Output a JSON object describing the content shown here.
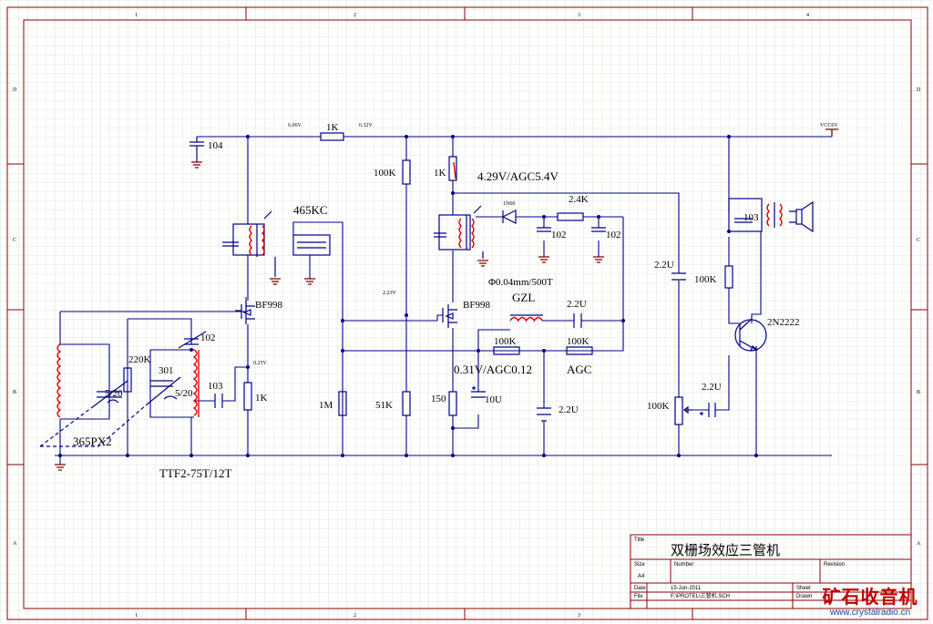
{
  "labels": {
    "cap_104": "104",
    "res_1k_top": "1K",
    "v_606": "6.06V",
    "v_632": "6.32V",
    "vcc": "VCC6V",
    "res_100k_a": "100K",
    "res_1k_b": "1K",
    "v_429": "4.29V/AGC5.4V",
    "ifc_465": "465KC",
    "diode_1n60": "1N60",
    "res_24k": "2.4K",
    "cap_102_a": "102",
    "cap_102_b": "102",
    "cap_103_spk": "103",
    "cap_22u_a": "2.2U",
    "res_100k_vert": "100K",
    "mos_bf998_a": "BF998",
    "mos_bf998_b": "BF998",
    "v_223": "2.23V",
    "coil_spec": "Φ0.04mm/500T",
    "gzl": "GZL",
    "cap_22u_b": "2.2U",
    "transistor": "2N2222",
    "cap_102_c": "102",
    "res_220k": "220K",
    "cap_301": "301",
    "cap_103_b": "103",
    "v_025": "0.25V",
    "res_1k_c": "1K",
    "res_100k_b": "100K",
    "res_100k_c": "100K",
    "v_031": "0.31V/AGC0.12",
    "agc": "AGC",
    "trim_520_a": "5/20",
    "trim_520_b": "5/20",
    "var_cap": "365PX2",
    "res_1m": "1M",
    "res_51k": "51K",
    "res_150": "150",
    "cap_10u": "10U",
    "cap_22u_c": "2.2U",
    "pot_100k": "100K",
    "cap_22u_d": "2.2U",
    "coil_spec_b": "TTF2-75T/12T"
  },
  "title_block": {
    "title_label": "Title",
    "title": "双栅场效应三管机",
    "size_label": "Size",
    "size": "A4",
    "number_label": "Number",
    "revision_label": "Revision",
    "date_label": "Date",
    "date": "15-Jun-2011",
    "file_label": "File",
    "file": "F:\\PROTEL\\三管机.SCH",
    "sheet_label": "Sheet",
    "drawn_label": "Drawn"
  },
  "frame": {
    "row_letters": [
      "D",
      "C",
      "B",
      "A"
    ],
    "col_numbers": [
      "1",
      "2",
      "3",
      "4"
    ]
  },
  "logo": {
    "text": "矿石收音机",
    "url": "www.crystalradio.cn"
  },
  "colors": {
    "wire": "#00008b",
    "coil": "#e00000",
    "grid": "#c8d5b9",
    "frame": "#8b0000"
  }
}
